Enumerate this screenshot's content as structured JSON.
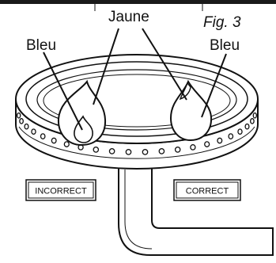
{
  "figure": {
    "figure_label": "Fig. 3",
    "labels": {
      "yellow": "Jaune",
      "blue_left": "Bleu",
      "blue_right": "Bleu"
    },
    "flame_left_caption": "INCORRECT",
    "flame_right_caption": "CORRECT",
    "ring_hole_count": 22,
    "colors": {
      "line": "#111111",
      "background": "#ffffff",
      "top_band": "#1a1a1a"
    }
  }
}
